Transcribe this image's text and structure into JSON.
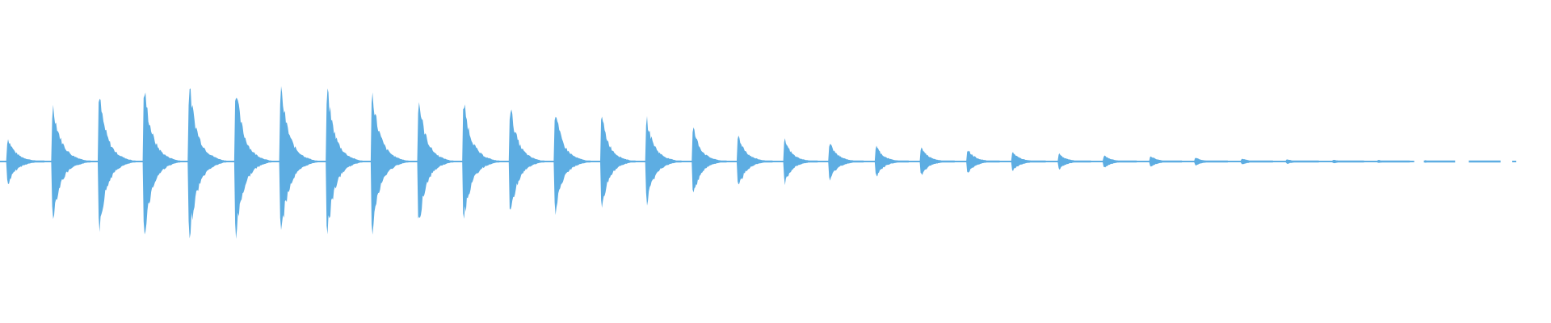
{
  "waveform": {
    "color": "#5dade2",
    "background": "#ffffff",
    "amplitude_range": [
      -1,
      1
    ],
    "duration_fraction_with_audio": 0.97,
    "events": [
      {
        "t": 0.004,
        "peak": 0.15
      },
      {
        "t": 0.033,
        "peak": 0.36
      },
      {
        "t": 0.063,
        "peak": 0.42
      },
      {
        "t": 0.092,
        "peak": 0.47
      },
      {
        "t": 0.121,
        "peak": 0.49
      },
      {
        "t": 0.151,
        "peak": 0.48
      },
      {
        "t": 0.18,
        "peak": 0.48
      },
      {
        "t": 0.21,
        "peak": 0.46
      },
      {
        "t": 0.239,
        "peak": 0.44
      },
      {
        "t": 0.269,
        "peak": 0.4
      },
      {
        "t": 0.298,
        "peak": 0.38
      },
      {
        "t": 0.328,
        "peak": 0.36
      },
      {
        "t": 0.357,
        "peak": 0.32
      },
      {
        "t": 0.387,
        "peak": 0.29
      },
      {
        "t": 0.416,
        "peak": 0.27
      },
      {
        "t": 0.446,
        "peak": 0.22
      },
      {
        "t": 0.475,
        "peak": 0.17
      },
      {
        "t": 0.505,
        "peak": 0.14
      },
      {
        "t": 0.534,
        "peak": 0.12
      },
      {
        "t": 0.564,
        "peak": 0.1
      },
      {
        "t": 0.593,
        "peak": 0.09
      },
      {
        "t": 0.623,
        "peak": 0.08
      },
      {
        "t": 0.652,
        "peak": 0.06
      },
      {
        "t": 0.682,
        "peak": 0.05
      },
      {
        "t": 0.711,
        "peak": 0.04
      },
      {
        "t": 0.741,
        "peak": 0.035
      },
      {
        "t": 0.77,
        "peak": 0.025
      },
      {
        "t": 0.8,
        "peak": 0.02
      },
      {
        "t": 0.829,
        "peak": 0.015
      },
      {
        "t": 0.859,
        "peak": 0.012
      },
      {
        "t": 0.888,
        "peak": 0.01
      },
      {
        "t": 0.918,
        "peak": 0.008
      },
      {
        "t": 0.947,
        "peak": 0.006
      }
    ],
    "trailing_blip_t": 0.975
  }
}
